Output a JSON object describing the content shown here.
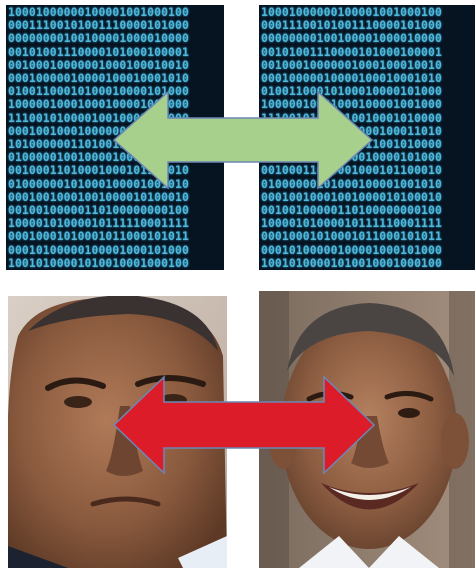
{
  "binary_rows_left": [
    "10001000000100001001000100",
    "00011100101001110000101000",
    "00000000100100001000010000",
    "00101001110000101000100001",
    "00100010000001000100010010",
    "00010000010000100010001010",
    "01001100010100010000101000",
    "10000010001000100001001000",
    "11100101000010010001010000",
    "00010010001000000100011010",
    "10100000011010011001010000",
    "01000001001000010000101000",
    "00100011010001000101100010",
    "01000000101000100001001010",
    "00010010001001000010100010",
    "00100100000110100000000100",
    "10000101000010111110001111",
    "00010001010001011000101011",
    "00010100000100001000101000",
    "10010100001010010001000100"
  ],
  "binary_rows_right": [
    "10001000000100001001000100",
    "00011100101001110000101000",
    "00000000100100001000010000",
    "00101001110000101000100001",
    "00100010000001000100010010",
    "00010000010000100010001010",
    "01001100010100010000101000",
    "10000010001000100001001000",
    "11100101000010010001010000",
    "00010010001000000100011010",
    "10100000011010011001010000",
    "01000001001000010000101000",
    "00100011010001000101100010",
    "01000000101000100001001010",
    "00010010001001000010100010",
    "00100100000110100000000100",
    "10000101000010111110001111",
    "00010001010001011000101011",
    "00010100000100001000101000",
    "10010100001010010001000100"
  ],
  "colors": {
    "background": "#ffffff",
    "binary_text": "#4fb8d8",
    "binary_bg": "#061320",
    "arrow_top": "#a8d08d",
    "arrow_bottom": "#dd1c2a",
    "arrow_outline": "#6b88b5"
  },
  "icons": {
    "top_arrow": "double-headed-arrow-green",
    "bottom_arrow": "double-headed-arrow-red"
  }
}
